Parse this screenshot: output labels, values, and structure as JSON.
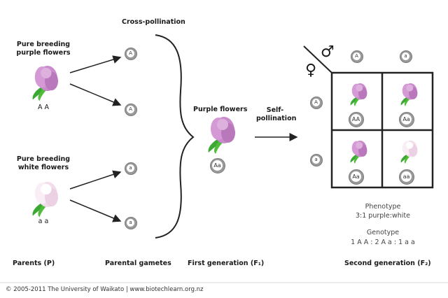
{
  "labels": {
    "cross_pollination": "Cross-pollination",
    "parent_purple": "Pure breeding purple flowers",
    "parent_purple_genotype": "A A",
    "parent_white": "Pure breeding white flowers",
    "parent_white_genotype": "a a",
    "f1_title": "Purple flowers",
    "f1_genotype": "Aa",
    "self_pollination": "Self-pollination",
    "male_symbol": "♂",
    "female_symbol": "♀",
    "phenotype_title": "Phenotype",
    "phenotype_ratio": "3:1  purple:white",
    "genotype_title": "Genotype",
    "genotype_ratio": "1 A A : 2 A a : 1 a a"
  },
  "gametes": {
    "parent_top": [
      "A",
      "A"
    ],
    "parent_bottom": [
      "a",
      "a"
    ],
    "male": [
      "A",
      "a"
    ],
    "female": [
      "A",
      "a"
    ]
  },
  "punnett": [
    {
      "genotype": "AA",
      "flower": "purple"
    },
    {
      "genotype": "Aa",
      "flower": "purple"
    },
    {
      "genotype": "Aa",
      "flower": "purple"
    },
    {
      "genotype": "aa",
      "flower": "white"
    }
  ],
  "bottom_labels": {
    "parents": "Parents (P)",
    "parental_gametes": "Parental gametes",
    "first_generation": "First generation (F₁)",
    "second_generation": "Second generation (F₂)"
  },
  "footer": "© 2005-2011 The University of Waikato | www.biotechlearn.org.nz",
  "colors": {
    "purple": "#c98bcb",
    "purple_dark": "#a866a8",
    "white_flower": "#f7e6f2",
    "leaf": "#3aa832",
    "gamete_ring": "#9a9a9a"
  }
}
